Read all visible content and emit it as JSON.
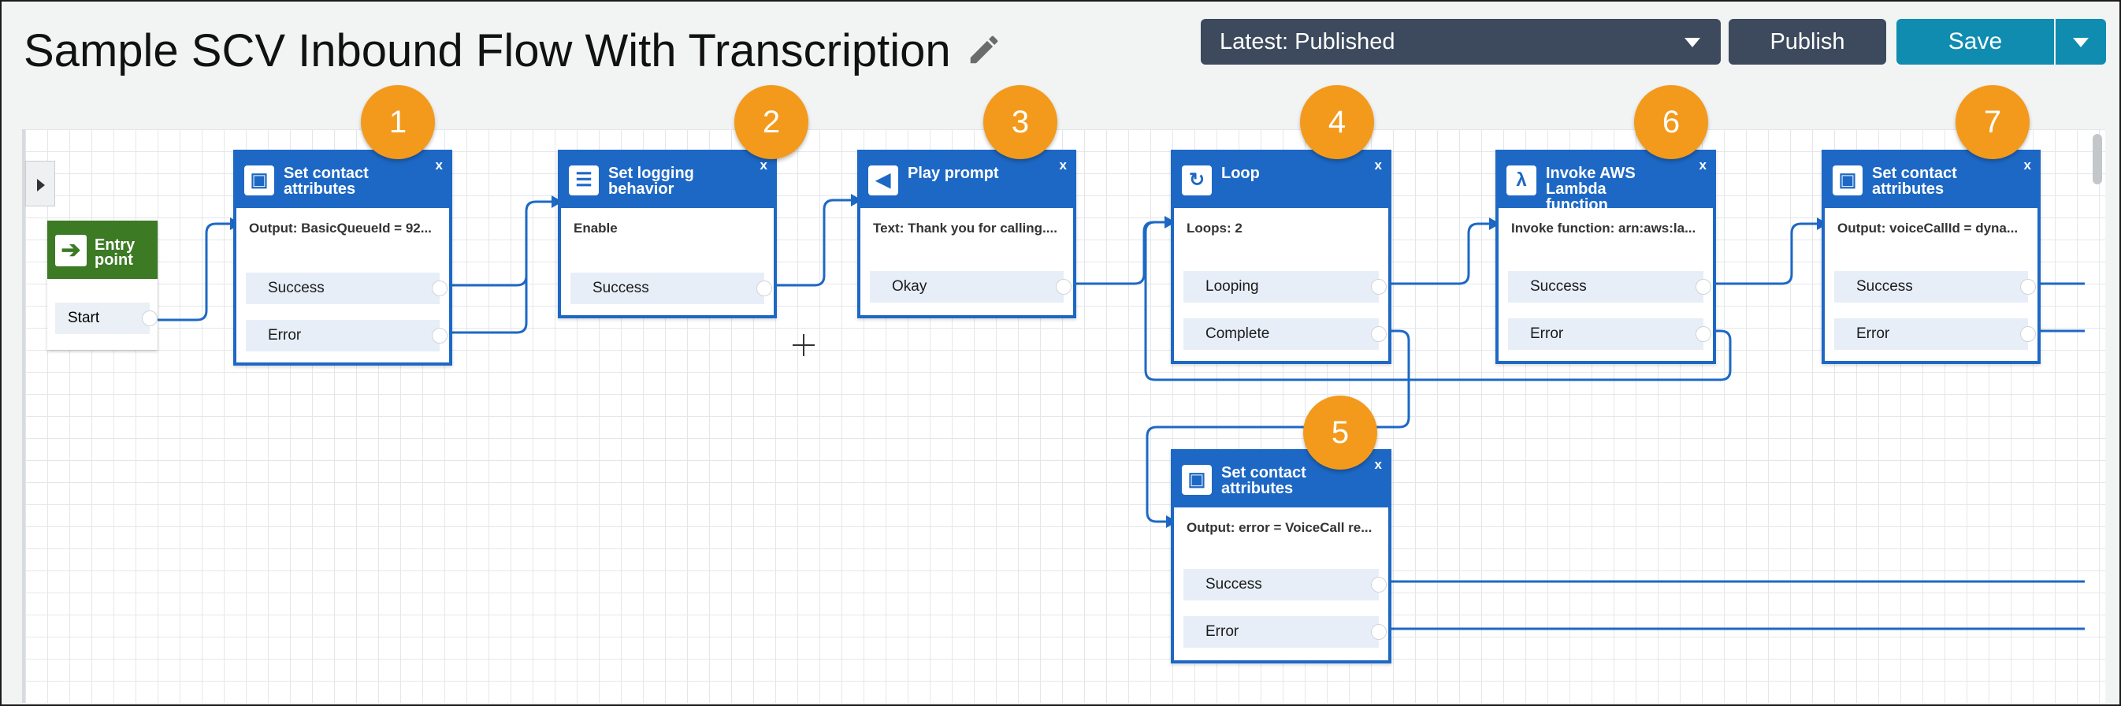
{
  "header": {
    "title": "Sample SCV Inbound Flow With Transcription",
    "version_select": "Latest: Published",
    "publish_label": "Publish",
    "save_label": "Save"
  },
  "entry_point": {
    "label_line1": "Entry",
    "label_line2": "point",
    "start_label": "Start"
  },
  "blocks": [
    {
      "label_line1": "Set contact",
      "label_line2": "attributes",
      "close": "x",
      "summary": "Output: BasicQueueId = 92...",
      "branches": [
        "Success",
        "Error"
      ],
      "icon": "contact-attributes-icon"
    },
    {
      "label_line1": "Set logging behavior",
      "label_line2": "",
      "close": "x",
      "summary": "Enable",
      "branches": [
        "Success"
      ],
      "icon": "logging-icon"
    },
    {
      "label_line1": "Play prompt",
      "label_line2": "",
      "close": "x",
      "summary": "Text: Thank you for calling....",
      "branches": [
        "Okay"
      ],
      "icon": "speaker-icon"
    },
    {
      "label_line1": "Loop",
      "label_line2": "",
      "close": "x",
      "summary": "Loops: 2",
      "branches": [
        "Looping",
        "Complete"
      ],
      "icon": "loop-icon"
    },
    {
      "label_line1": "Set contact",
      "label_line2": "attributes",
      "close": "x",
      "summary": "Output: error = VoiceCall re...",
      "branches": [
        "Success",
        "Error"
      ],
      "icon": "contact-attributes-icon"
    },
    {
      "label_line1": "Invoke AWS Lambda",
      "label_line2": "function",
      "close": "x",
      "summary": "Invoke function: arn:aws:la...",
      "branches": [
        "Success",
        "Error"
      ],
      "icon": "lambda-icon"
    },
    {
      "label_line1": "Set contact",
      "label_line2": "attributes",
      "close": "x",
      "summary": "Output: voiceCallId = dyna...",
      "branches": [
        "Success",
        "Error"
      ],
      "icon": "contact-attributes-icon"
    }
  ],
  "badges": [
    "1",
    "2",
    "3",
    "4",
    "5",
    "6",
    "7"
  ],
  "colors": {
    "block": "#1d68c5",
    "entry": "#3c7a24",
    "badge": "#f39a1c",
    "save": "#0f8cb0",
    "dark_button": "#3d4a5d"
  }
}
